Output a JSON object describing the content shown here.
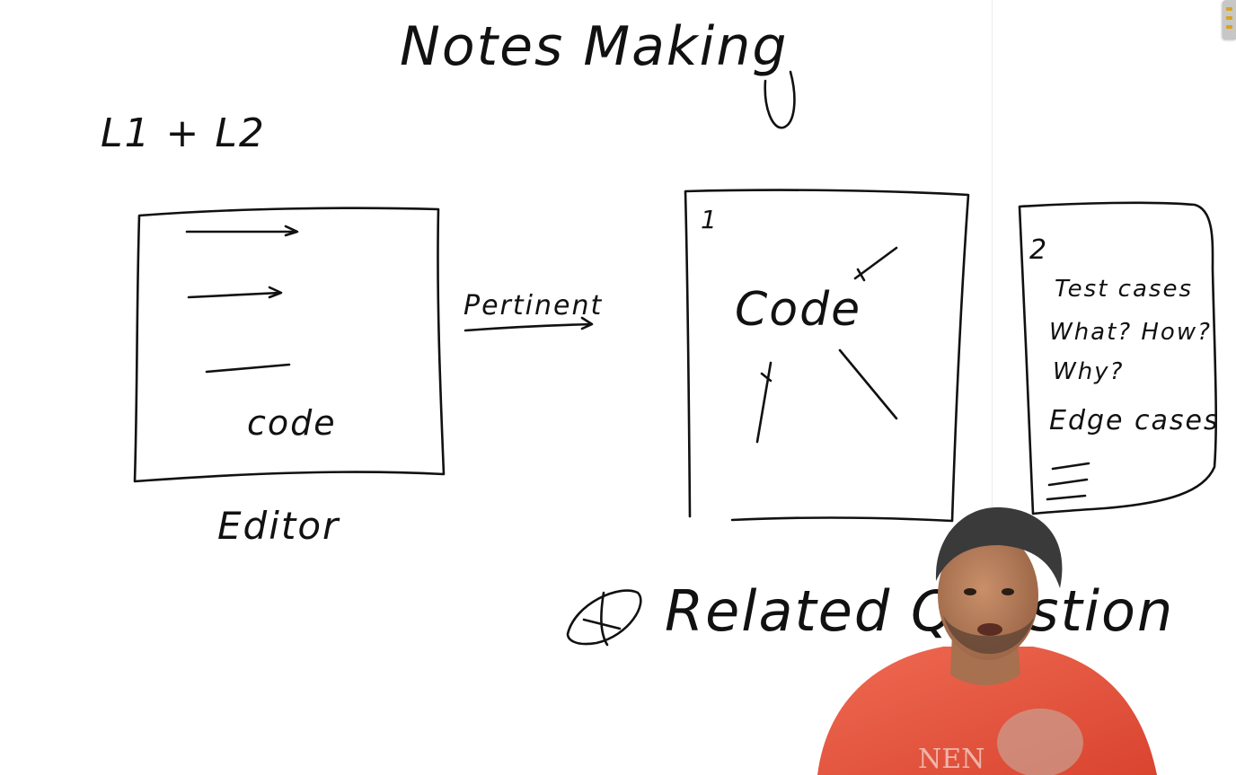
{
  "board": {
    "title": "Notes Making",
    "subtitle": "L1 + L2",
    "editor_box": {
      "inner_text": "code",
      "caption": "Editor"
    },
    "arrow_label": "Pertinent",
    "code_box": {
      "number": "1",
      "label": "Code"
    },
    "test_box": {
      "number": "2",
      "lines": [
        "Test cases",
        "What? How?",
        "Why?",
        "Edge cases"
      ]
    },
    "footer": "Related Question"
  },
  "colors": {
    "ink": "#111111",
    "board_bg": "#ffffff",
    "presenter_shirt": "#e9553f"
  },
  "icons": {
    "bullet": "scribbled-circle-icon",
    "cursor": "crosshair-cursor-icon",
    "corner_tool": "toolbar-handle-icon"
  }
}
